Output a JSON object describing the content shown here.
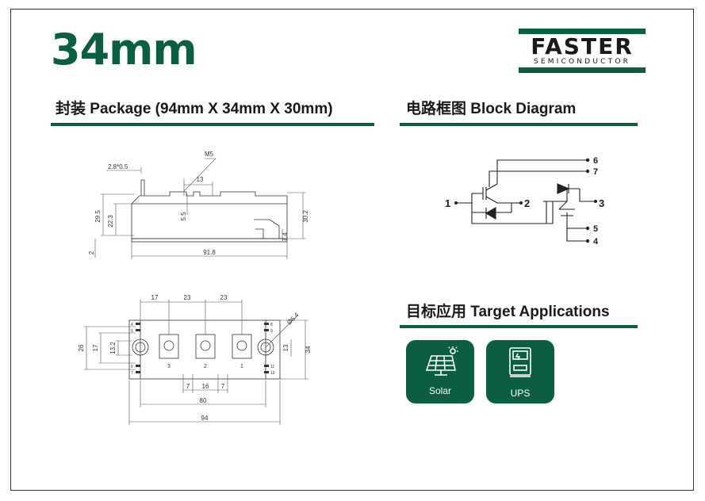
{
  "page_title": "34mm",
  "logo": {
    "brand": "FASTER",
    "sub": "SEMICONDUCTOR"
  },
  "sections": {
    "package": "封装 Package (94mm X 34mm X 30mm)",
    "block": "电路框图 Block Diagram",
    "applications": "目标应用 Target Applications"
  },
  "side_view": {
    "dims": [
      "M5",
      "2.8*0.5",
      "13",
      "29.5",
      "22.3",
      "5.5",
      "30.2",
      "7.4",
      "2",
      "91.8"
    ]
  },
  "top_view": {
    "dims": [
      "17",
      "23",
      "23",
      "26",
      "17",
      "13.2",
      "13",
      "34",
      "7",
      "16",
      "7",
      "80",
      "94",
      "Ø6.4"
    ],
    "terminals": [
      "3",
      "2",
      "1"
    ],
    "pins": [
      "4",
      "5",
      "6",
      "7",
      "8",
      "9",
      "11",
      "10"
    ]
  },
  "block_diagram": {
    "terminals": [
      "1",
      "2",
      "3",
      "4",
      "5",
      "6",
      "7"
    ]
  },
  "applications": [
    {
      "label": "Solar",
      "icon": "solar-panel-icon"
    },
    {
      "label": "UPS",
      "icon": "ups-icon"
    }
  ],
  "colors": {
    "brand_green": "#0b5e3f",
    "frame": "#1e3a4c"
  }
}
